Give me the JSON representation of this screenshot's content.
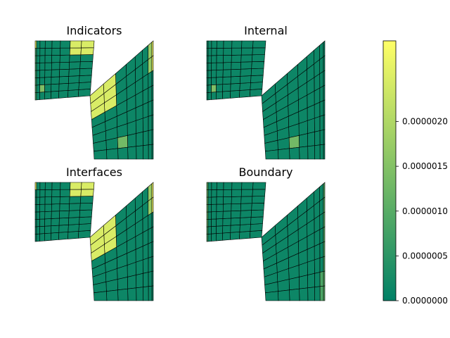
{
  "chart_data": {
    "type": "heatmap",
    "panels": [
      {
        "title": "Indicators",
        "highlights": [
          {
            "region": "top-right-corner",
            "level": 0.95
          },
          {
            "region": "right-upper",
            "level": 0.6
          },
          {
            "region": "re-entrant-corner",
            "level": 0.85
          },
          {
            "region": "bottom-left-upper",
            "level": 0.5
          },
          {
            "region": "lower-leg",
            "level": 0.45
          },
          {
            "region": "left-column",
            "level": 0.3
          },
          {
            "region": "top-row",
            "level": 0.25
          }
        ]
      },
      {
        "title": "Internal",
        "highlights": [
          {
            "region": "bottom-left-upper",
            "level": 0.5
          },
          {
            "region": "lower-leg",
            "level": 0.45
          }
        ]
      },
      {
        "title": "Interfaces",
        "highlights": [
          {
            "region": "top-right-corner",
            "level": 0.95
          },
          {
            "region": "right-upper",
            "level": 0.6
          },
          {
            "region": "re-entrant-corner",
            "level": 0.85
          }
        ]
      },
      {
        "title": "Boundary",
        "highlights": [
          {
            "region": "top-row",
            "level": 0.4
          },
          {
            "region": "left-column",
            "level": 0.3
          },
          {
            "region": "right-column",
            "level": 0.35
          },
          {
            "region": "bottom-row",
            "level": 0.3
          }
        ]
      }
    ],
    "colorbar": {
      "colormap": "summer",
      "ticks": [
        "0.0000000",
        "0.0000005",
        "0.0000010",
        "0.0000015",
        "0.0000020"
      ],
      "min": 0,
      "max": 2.9e-06
    }
  }
}
